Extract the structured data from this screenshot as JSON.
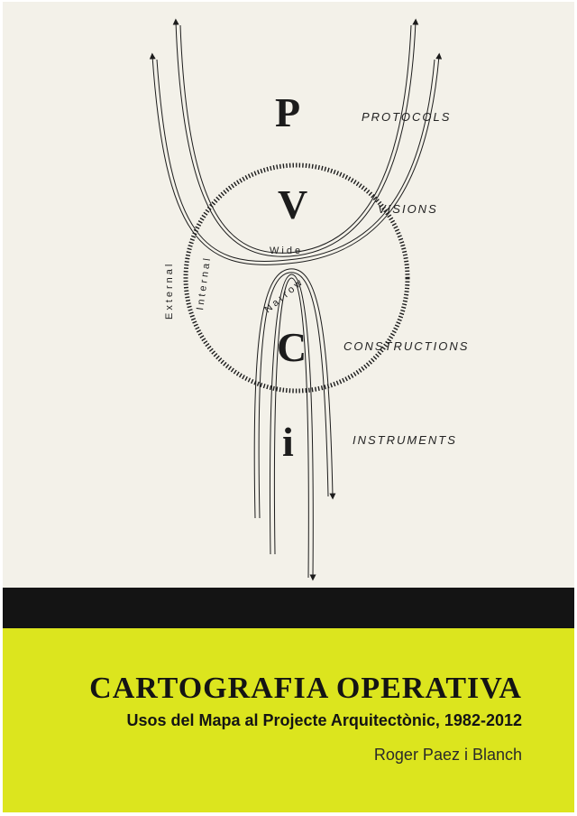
{
  "diagram": {
    "letters": [
      "P",
      "V",
      "C",
      "i"
    ],
    "labels": {
      "protocols": "PROTOCOLS",
      "visions": "VISIONS",
      "constructions": "CONSTRUCTIONS",
      "instruments": "INSTRUMENTS",
      "wide": "Wide",
      "narrow": "Narrow",
      "external": "External",
      "internal": "Internal"
    }
  },
  "cover": {
    "title": "CARTOGRAFIA  OPERATIVA",
    "subtitle": "Usos del Mapa al Projecte Arquitectònic, 1982-2012",
    "author": "Roger Paez i Blanch"
  },
  "colors": {
    "background": "#f3f1e9",
    "band_black": "#141414",
    "band_green": "#dce51e",
    "ink": "#1c1c1c"
  }
}
